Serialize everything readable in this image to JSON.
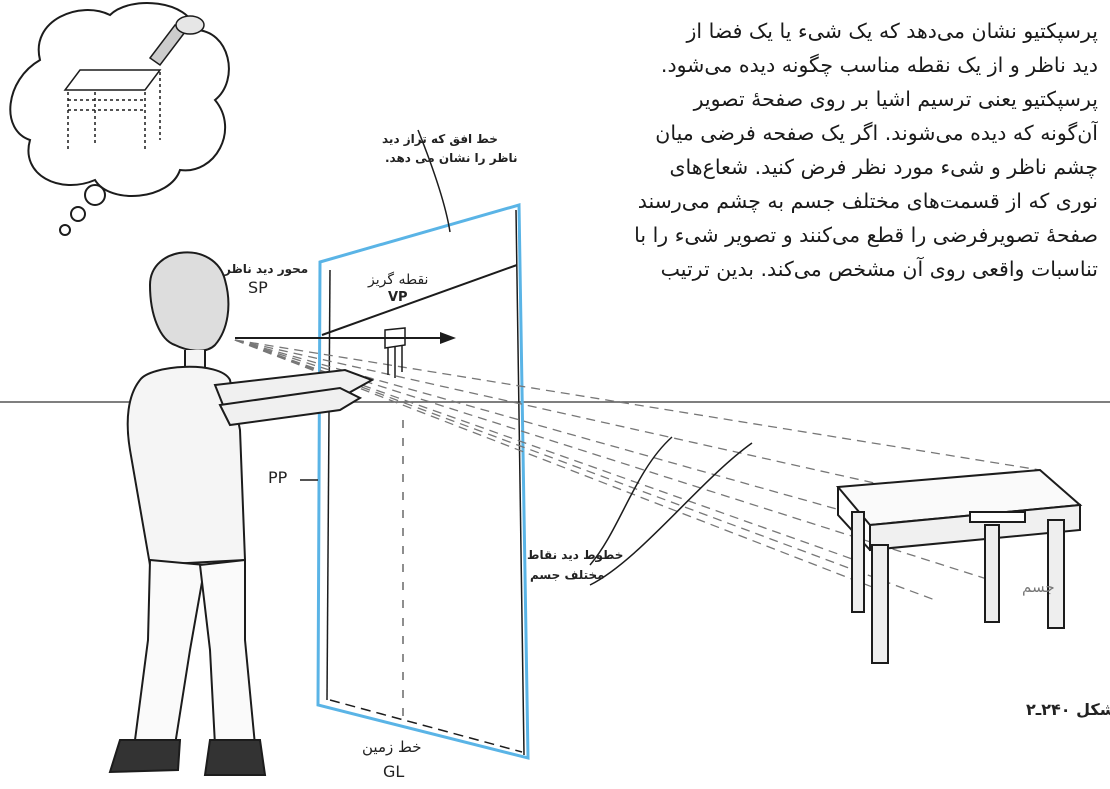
{
  "paragraph_lines": [
    "پرسپکتیو نشان می‌دهد که یک شیء یا یک فضا از",
    "دید ناظر و از یک نقطه مناسب چگونه دیده می‌شود.",
    "پرسپکتیو یعنی ترسیم اشیا بر روی صفحهٔ تصویر",
    "آن‌گونه که دیده می‌شوند. اگر یک صفحه فرضی میان",
    "چشم ناظر و شیء مورد نظر فرض کنید. شعاع‌های",
    "نوری که از قسمت‌های مختلف جسم به چشم می‌رسند",
    "صفحهٔ تصویرفرضی را قطع می‌کنند و تصویر شیء را با",
    "تناسبات واقعی روی آن مشخص می‌کند. بدین ترتیب"
  ],
  "labels": {
    "horizon_note_line1": "خط افق که تراز دید",
    "horizon_note_line2": "ناظر را نشان می دهد.",
    "observer_axis": "محور دید ناظر",
    "sp": "SP",
    "vanishing_point_fa": "نقطه گریز",
    "vp": "VP",
    "pp": "PP",
    "sight_lines_line1": "خطوط دید نقاط",
    "sight_lines_line2": "مختلف جسم",
    "object": "جسم",
    "ground_line_fa": "خط زمین",
    "gl": "GL",
    "figure_caption": "شکل ۲۴۰ـ۲"
  },
  "colors": {
    "picture_plane": "#5ab4e6",
    "ink": "#1c1c1c",
    "text": "#1a1a1a"
  }
}
